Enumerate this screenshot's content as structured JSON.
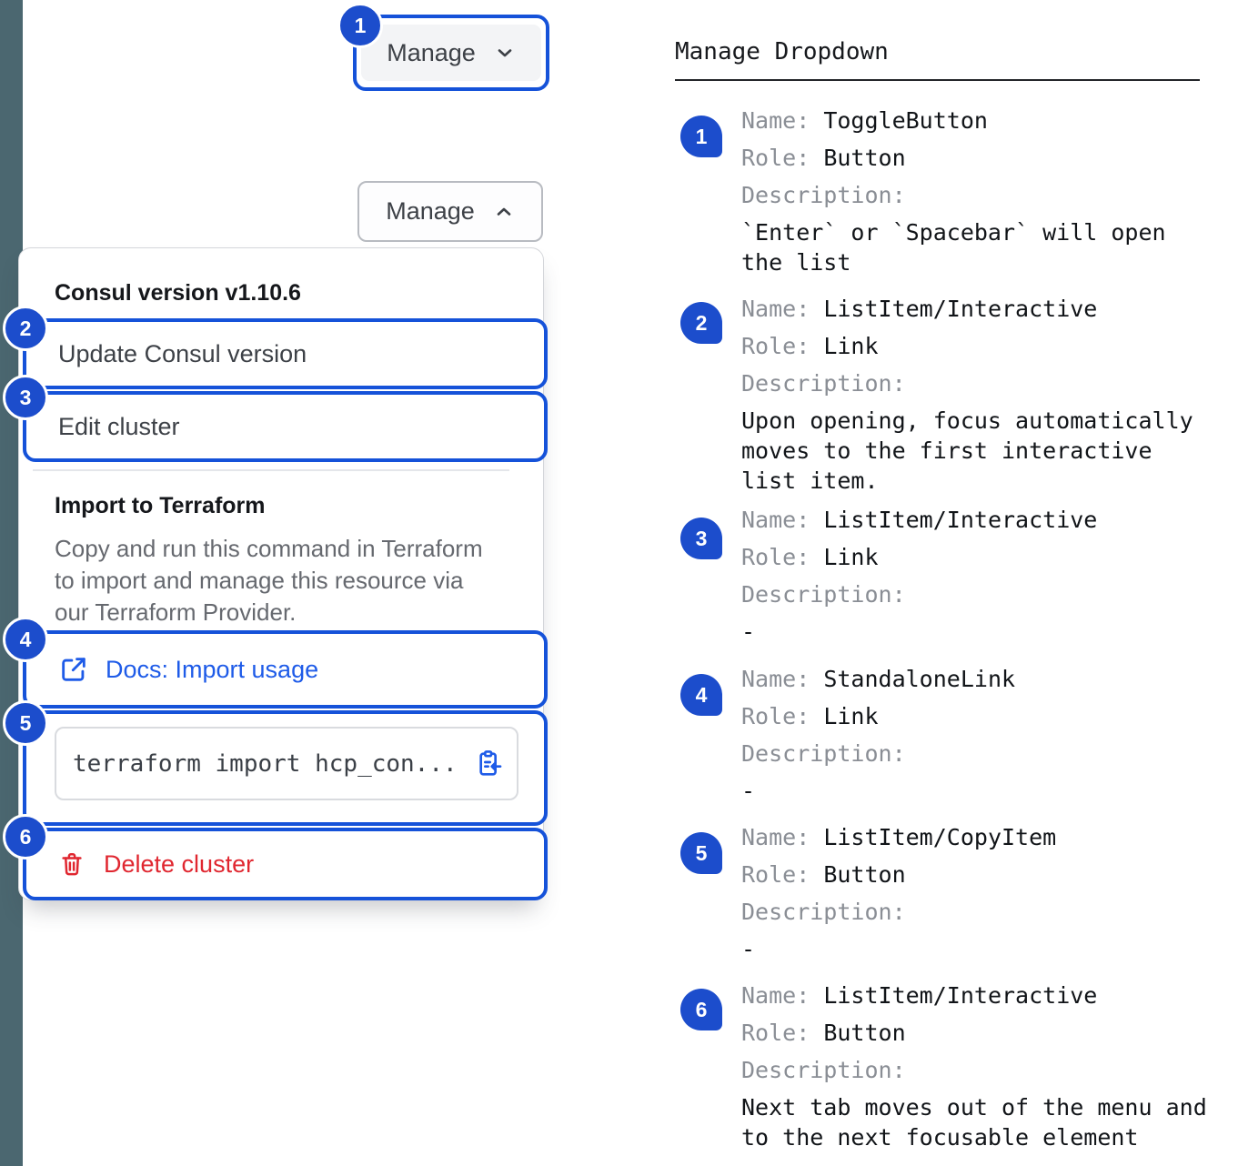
{
  "colors": {
    "sidebar": "#4B6770",
    "badge_blue": "#1C4DCC",
    "ring_blue": "#1552D9",
    "link_blue": "#1E5BE8",
    "danger_red": "#E02730"
  },
  "left": {
    "toggle_collapsed": {
      "badge": "1",
      "label": "Manage"
    },
    "toggle_expanded": {
      "label": "Manage"
    },
    "menu": {
      "version_text": "Consul version v1.10.6",
      "update_item": {
        "badge": "2",
        "label": "Update Consul version"
      },
      "edit_item": {
        "badge": "3",
        "label": "Edit cluster"
      },
      "import_title": "Import to Terraform",
      "import_description": "Copy and run this command in Terraform\nto import and manage this resource via\nour Terraform Provider.",
      "docs_link": {
        "badge": "4",
        "label": "Docs: Import usage"
      },
      "copy_item": {
        "badge": "5",
        "code": "terraform import hcp_con..."
      },
      "delete_item": {
        "badge": "6",
        "label": "Delete cluster"
      }
    }
  },
  "right": {
    "title": "Manage Dropdown",
    "labels": {
      "name": "Name:",
      "role": "Role:",
      "description": "Description:"
    },
    "entries": [
      {
        "badge": "1",
        "name": "ToggleButton",
        "role": "Button",
        "description": "`Enter` or `Spacebar` will open\nthe list"
      },
      {
        "badge": "2",
        "name": "ListItem/Interactive",
        "role": "Link",
        "description": "Upon opening, focus automatically\nmoves to the first interactive\nlist item."
      },
      {
        "badge": "3",
        "name": "ListItem/Interactive",
        "role": "Link",
        "description": "-"
      },
      {
        "badge": "4",
        "name": "StandaloneLink",
        "role": "Link",
        "description": "-"
      },
      {
        "badge": "5",
        "name": "ListItem/CopyItem",
        "role": "Button",
        "description": "-"
      },
      {
        "badge": "6",
        "name": "ListItem/Interactive",
        "role": "Button",
        "description": "Next tab moves out of the menu and\nto the next focusable element"
      }
    ]
  }
}
